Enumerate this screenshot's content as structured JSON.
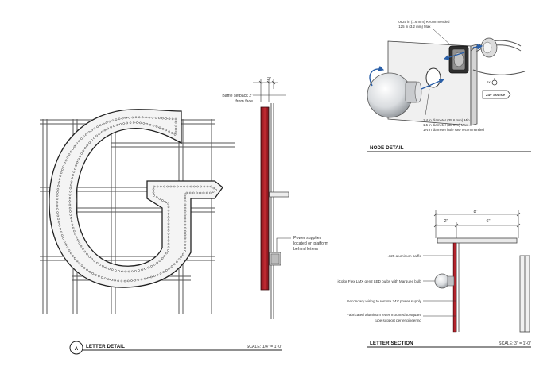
{
  "letter_detail": {
    "badge": "A",
    "title": "LETTER DETAIL",
    "scale": "SCALE: 1/4\" = 1'-0\"",
    "dim_top": "2\"",
    "baffle_note_line1": "Baffle setback 2\"",
    "baffle_note_line2": "from face",
    "power_note_line1": "Power supplies",
    "power_note_line2": "located on platform",
    "power_note_line3": "behind letters"
  },
  "node_detail": {
    "title": "NODE DETAIL",
    "note_top_line1": ".0625 in (1.6 mm) Recommended",
    "note_top_line2": ".125 in (3.2 mm) Max",
    "note_bottom_line1": "1.4 in diameter (35.6 mm) Min",
    "note_bottom_line2": "1.5 in diameter (38 mm) Max",
    "note_bottom_line3": "1⅜ in diameter hole saw recommended",
    "source_label": "24V Source",
    "power_symbol": "5x"
  },
  "letter_section": {
    "title": "LETTER SECTION",
    "scale": "SCALE: 3\" = 1'-0\"",
    "dim_overall": "8\"",
    "dim_left": "2\"",
    "dim_right": "6\"",
    "note_1": ".125 aluminum baffle",
    "note_2": "iColor Flex LMX gen2 LED bulbs with  Marquee bulb",
    "note_3": "Secondary wiring to remote 24V power supply",
    "note_4_line1": "Fabricated aluminum letter mounted to square",
    "note_4_line2": "tube support per engineering"
  },
  "colors": {
    "line": "#333333",
    "baffle_red": "#b3202a",
    "accent_blue": "#2a5fa8",
    "metal_grey": "#8a8a8a"
  }
}
